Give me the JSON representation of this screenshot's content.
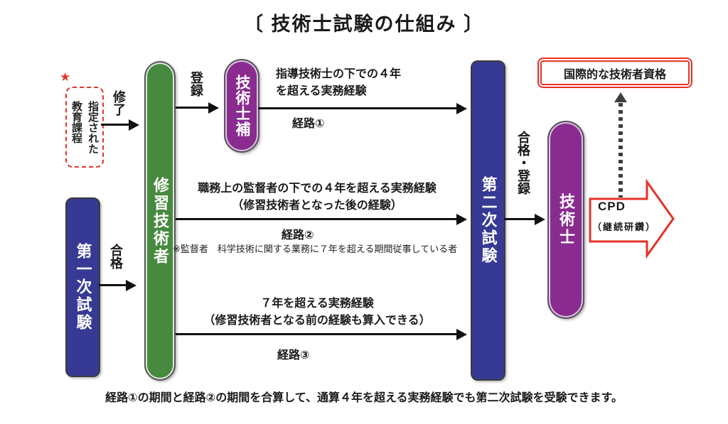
{
  "title": "〔 技術士試験の仕組み 〕",
  "nodes": {
    "designated_course": {
      "star": "★",
      "line1": "指定された",
      "line2": "教育課程"
    },
    "first_exam": "第一次試験",
    "trainee": "修習技術者",
    "associate_engineer": "技術士補",
    "second_exam": "第二次試験",
    "engineer": "技術士",
    "international": "国際的な技術者資格"
  },
  "edge_labels": {
    "completion": "修了",
    "pass": "合格",
    "registration": "登録",
    "pass_registration": "合格・登録"
  },
  "routes": {
    "route1": {
      "line1": "指導技術士の下での４年",
      "line2": "を超える実務経験",
      "label": "経路①"
    },
    "route2": {
      "line1": "職務上の監督者の下での４年を超える実務経験",
      "line2": "（修習技術者となった後の経験）",
      "label": "経路②",
      "note": "※監督者　科学技術に関する業務に７年を超える期間従事している者"
    },
    "route3": {
      "line1": "７年を超える実務経験",
      "line2": "（修習技術者となる前の経験も算入できる）",
      "label": "経路③"
    }
  },
  "cpd": {
    "title": "CPD",
    "subtitle": "（継続研鑽）"
  },
  "footnote": "経路①の期間と経路②の期間を合算して、通算４年を超える実務経験でも第二次試験を受験できます。",
  "colors": {
    "red": "#e53228",
    "blue": "#363a94",
    "green": "#478a3f",
    "purple": "#8a2b90",
    "arrow_black": "#111111",
    "dotted_gray": "#3e3e3e"
  }
}
